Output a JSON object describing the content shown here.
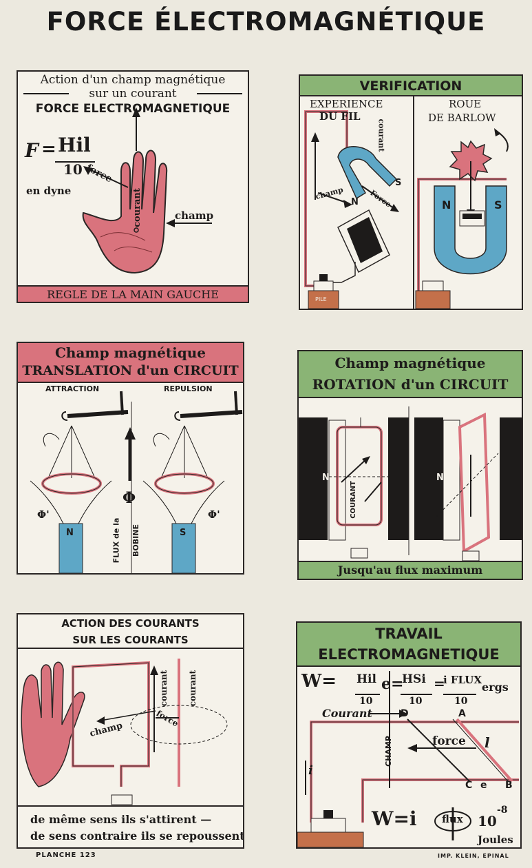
{
  "page_title": "FORCE ÉLECTROMAGNÉTIQUE",
  "colors": {
    "paper": "#f5f2ea",
    "red": "#d9737d",
    "green": "#8ab475",
    "blue": "#5ea7c6",
    "black": "#1d1b1a",
    "copper": "#c4704a"
  },
  "panel1": {
    "title_line1": "Action d'un champ magnétique",
    "title_line2": "sur un courant",
    "title_line3": "FORCE ELECTROMAGNETIQUE",
    "formula_F": "F",
    "formula_eq": "=",
    "formula_num": "Hil",
    "formula_den": "10",
    "unit": "en dyne",
    "label_force": "force",
    "label_courant": "courant",
    "label_champ": "champ",
    "footer": "REGLE DE LA MAIN GAUCHE"
  },
  "panel2": {
    "title": "VERIFICATION",
    "left_title_1": "EXPERIENCE",
    "left_title_2": "DU FIL",
    "right_title_1": "ROUE",
    "right_title_2": "DE BARLOW",
    "label_courant": "courant",
    "label_champ": "champ",
    "label_force": "Force",
    "label_N": "N",
    "label_S": "S",
    "label_N2": "N",
    "label_S2": "S",
    "label_pile": "PILE"
  },
  "panel3": {
    "title_line1": "Champ magnétique",
    "title_line2": "TRANSLATION d'un CIRCUIT",
    "label_attraction": "ATTRACTION",
    "label_repulsion": "REPULSION",
    "label_phi_big": "Φ",
    "label_phi_left": "Φ'",
    "label_phi_right": "Φ'",
    "label_flux": "FLUX de la",
    "label_bobine": "BOBINE",
    "label_N": "N",
    "label_S": "S"
  },
  "panel4": {
    "title_line1": "Champ magnétique",
    "title_line2": "ROTATION d'un CIRCUIT",
    "label_N1": "N",
    "label_N2": "N",
    "label_courant": "COURANT",
    "footer": "Jusqu'au flux maximum"
  },
  "panel5": {
    "title_line1": "ACTION DES COURANTS",
    "title_line2": "SUR LES COURANTS",
    "label_courant1": "courant",
    "label_courant2": "courant",
    "label_force": "force",
    "label_champ": "champ",
    "footer_line1": "de même sens ils s'attirent —",
    "footer_line2": "de sens contraire ils se repoussent"
  },
  "panel6": {
    "title_line1": "TRAVAIL",
    "title_line2": "ELECTROMAGNETIQUE",
    "f_W": "W=",
    "f_n1": "Hil",
    "f_d1": "10",
    "f_e": "e=",
    "f_n2": "HSi",
    "f_d2": "10",
    "f_eq": "=",
    "f_n3": "i FLUX",
    "f_d3": "10",
    "f_unit": "ergs",
    "label_courant": "Courant",
    "label_D": "D",
    "label_A": "A",
    "label_force": "force",
    "label_l": "l",
    "label_champ": "CHAMP",
    "label_i": "i",
    "label_C": "C",
    "label_e": "e",
    "label_B": "B",
    "f2_W": "W=i",
    "f2_flux": "flux",
    "f2_pow": "10",
    "f2_exp": "-8",
    "f2_unit": "Joules"
  },
  "footer_left": "PLANCHE 123",
  "footer_right": "IMP. KLEIN, EPINAL"
}
